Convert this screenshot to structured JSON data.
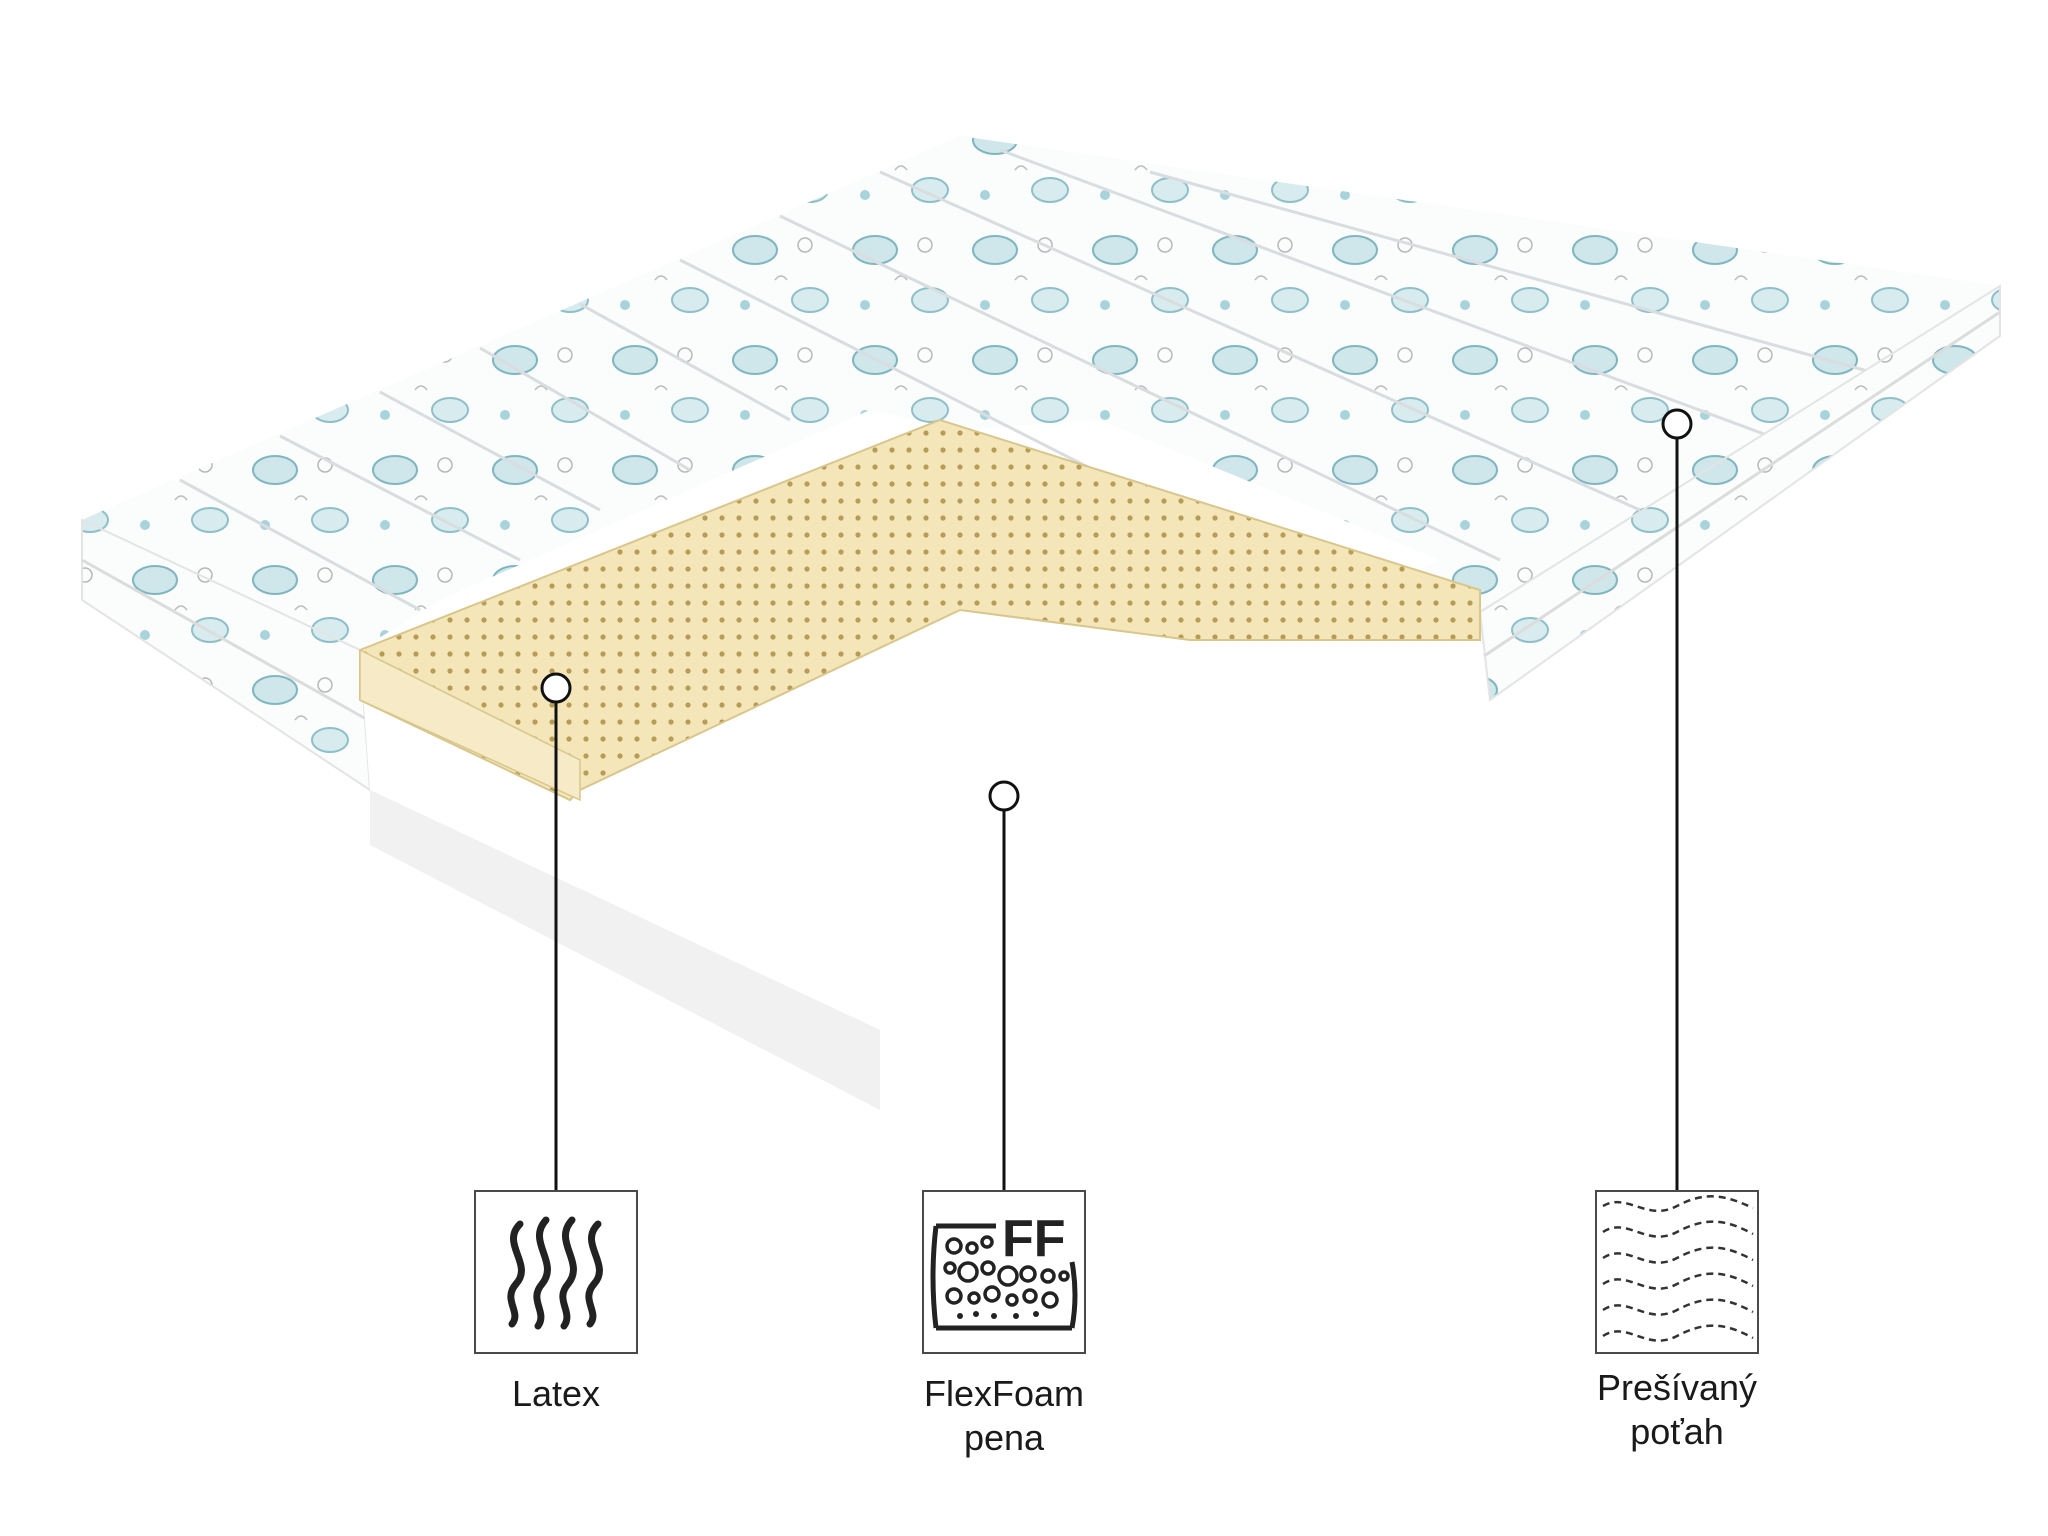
{
  "features": [
    {
      "id": "latex",
      "label": "Latex",
      "icon": "wavy-lines-icon"
    },
    {
      "id": "flexfoam",
      "label_line1": "FlexFoam",
      "label_line2": "pena",
      "icon_text": "FF",
      "icon": "foam-bubbles-icon"
    },
    {
      "id": "quilted",
      "label_line1": "Prešívaný",
      "label_line2": "poťah",
      "icon": "quilted-waves-icon"
    }
  ],
  "colors": {
    "latex": "#f3e4b4",
    "latex_dots": "#b49a52",
    "fabric": "#ffffff",
    "print": "#8fc4cc",
    "line": "#111111"
  }
}
